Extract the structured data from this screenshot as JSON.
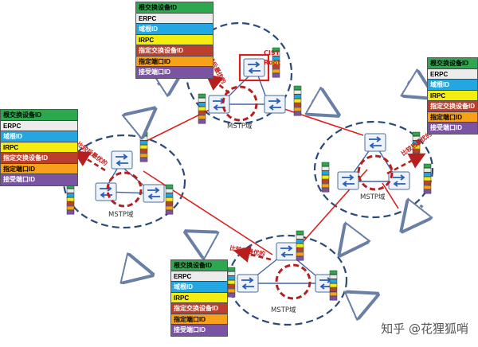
{
  "legend": {
    "fields": [
      {
        "label": "根交换设备ID",
        "color": "#2ea84f",
        "text_color": "#000000"
      },
      {
        "label": "ERPC",
        "color": "#ececec",
        "text_color": "#000000"
      },
      {
        "label": "域根ID",
        "color": "#24a7e0",
        "text_color": "#ffffff"
      },
      {
        "label": "IRPC",
        "color": "#f5ec10",
        "text_color": "#000000"
      },
      {
        "label": "指定交换设备ID",
        "color": "#bb3f2c",
        "text_color": "#ffffff"
      },
      {
        "label": "指定端口ID",
        "color": "#f7a11a",
        "text_color": "#000000"
      },
      {
        "label": "接受端口ID",
        "color": "#7b53a3",
        "text_color": "#ffffff"
      }
    ]
  },
  "labels": {
    "region": "MSTP域",
    "cist_root_line1": "CIST",
    "cist_root_line2": "Root",
    "compare_best": "比较后最优的"
  },
  "watermark": "知乎 @花狸狐哨",
  "colors": {
    "link_red": "#d9201f",
    "region_border": "#2b4a7a",
    "switch_border": "#4a6e9e",
    "switch_fill": "#eef3fa",
    "arrow_blue": "#2a5fb8",
    "dashed_arrow": "#b51f1f"
  }
}
